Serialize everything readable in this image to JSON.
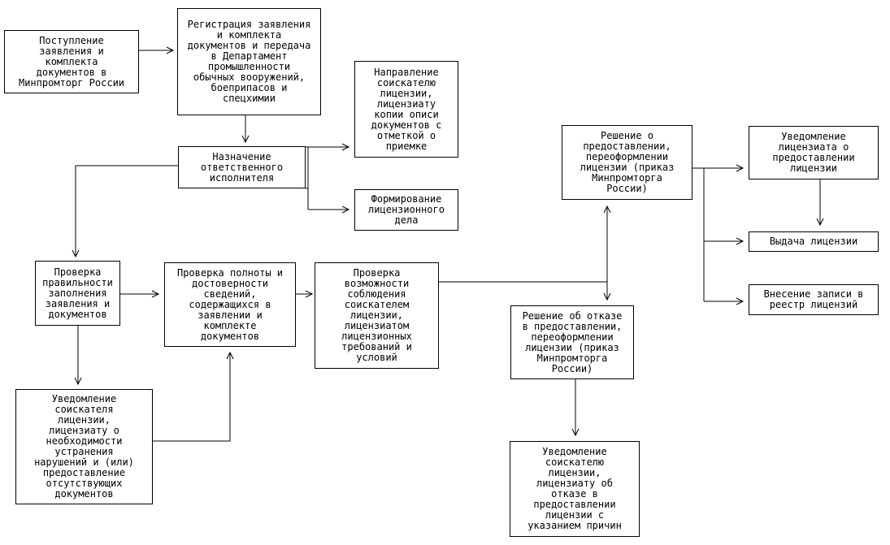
{
  "diagram": {
    "colors": {
      "background": "#ffffff",
      "box_fill": "#ffffff",
      "box_border": "#000000",
      "line": "#000000",
      "text": "#000000"
    },
    "boxes": [
      {
        "id": "application-received",
        "label": "Поступление\nзаявления и\nкомплекта\nдокументов в\nМинпромторг России"
      },
      {
        "id": "registration-transfer",
        "label": "Регистрация заявления\nи комплекта\nдокументов и передача\nв Департамент\nпромышленности\nобычных вооружений,\nбоеприпасов и\nспецхимии"
      },
      {
        "id": "send-inventory-copy",
        "label": "Направление\nсоискателю\nлицензии,\nлицензиату\nкопии описи\nдокументов с\nотметкой о\nприемке"
      },
      {
        "id": "assign-executor",
        "label": "Назначение\nответственного\nисполнителя"
      },
      {
        "id": "form-license-file",
        "label": "Формирование\nлицензионного\nдела"
      },
      {
        "id": "check-correctness",
        "label": "Проверка\nправильности\nзаполнения\nзаявления и\nдокументов"
      },
      {
        "id": "check-completeness",
        "label": "Проверка полноты и\nдостоверности\nсведений,\nсодержащихся в\nзаявлении и\nкомплекте\nдокументов"
      },
      {
        "id": "check-compliance",
        "label": "Проверка\nвозможности\nсоблюдения\nсоискателем\nлицензии,\nлицензиатом\nлицензионных\nтребований и\nусловий"
      },
      {
        "id": "decision-grant",
        "label": "Решение о\nпредоставлении,\nпереоформлении\nлицензии (приказ\nМинпромторга\nРоссии)"
      },
      {
        "id": "notify-grant",
        "label": "Уведомление\nлицензиата о\nпредоставлении\nлицензии"
      },
      {
        "id": "issue-license",
        "label": "Выдача лицензии"
      },
      {
        "id": "registry-entry",
        "label": "Внесение записи в\nреестр лицензий"
      },
      {
        "id": "decision-refuse",
        "label": "Решение об отказе\nв предоставлении,\nпереоформлении\nлицензии (приказ\nМинпромторга\nРоссии)"
      },
      {
        "id": "notify-violations",
        "label": "Уведомление\nсоискателя\nлицензии,\nлицензиату о\nнеобходимости\nустранения\nнарушений и (или)\nпредоставление\nотсутствующих\nдокументов"
      },
      {
        "id": "notify-refusal",
        "label": "Уведомление\nсоискателю\nлицензии,\nлицензиату об\nотказе в\nпредоставлении\nлицензии с\nуказанием причин"
      }
    ]
  }
}
